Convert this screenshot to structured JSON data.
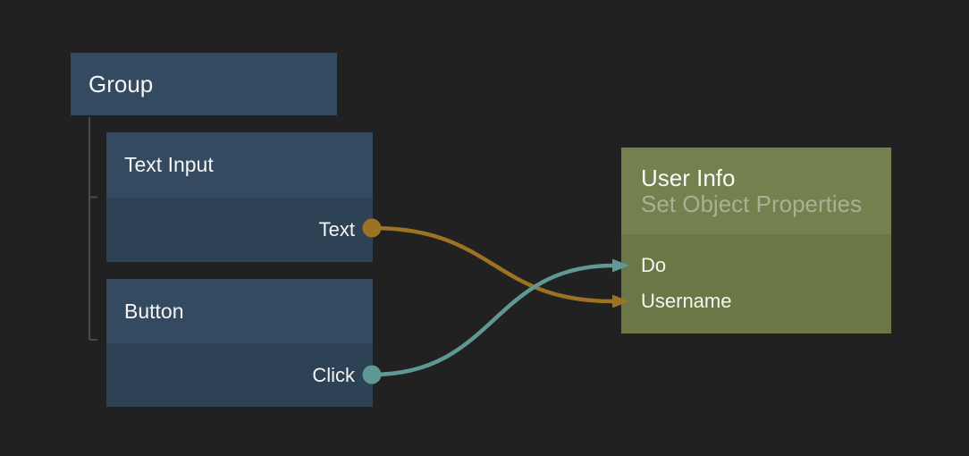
{
  "palette": {
    "background": "#212121",
    "node_header_blue": "#344a60",
    "node_body_blue": "#2d4254",
    "node_header_green": "#74804e",
    "node_body_green": "#6b7846",
    "hierarchy_line": "#4a4a4a",
    "title_text": "#f5f5f5",
    "subtitle_text": "#a9b193"
  },
  "nodes": {
    "group": {
      "title": "Group"
    },
    "text_input": {
      "title": "Text Input",
      "output_label": "Text"
    },
    "button": {
      "title": "Button",
      "output_label": "Click"
    },
    "user_info": {
      "title": "User Info",
      "subtitle": "Set Object Properties",
      "input_do": "Do",
      "input_username": "Username"
    }
  },
  "connections": [
    {
      "from_node": "Text Input",
      "from_port": "Text",
      "to_node": "User Info",
      "to_port": "Username",
      "color": "#9c7323"
    },
    {
      "from_node": "Button",
      "from_port": "Click",
      "to_node": "User Info",
      "to_port": "Do",
      "color": "#5f9894"
    }
  ]
}
